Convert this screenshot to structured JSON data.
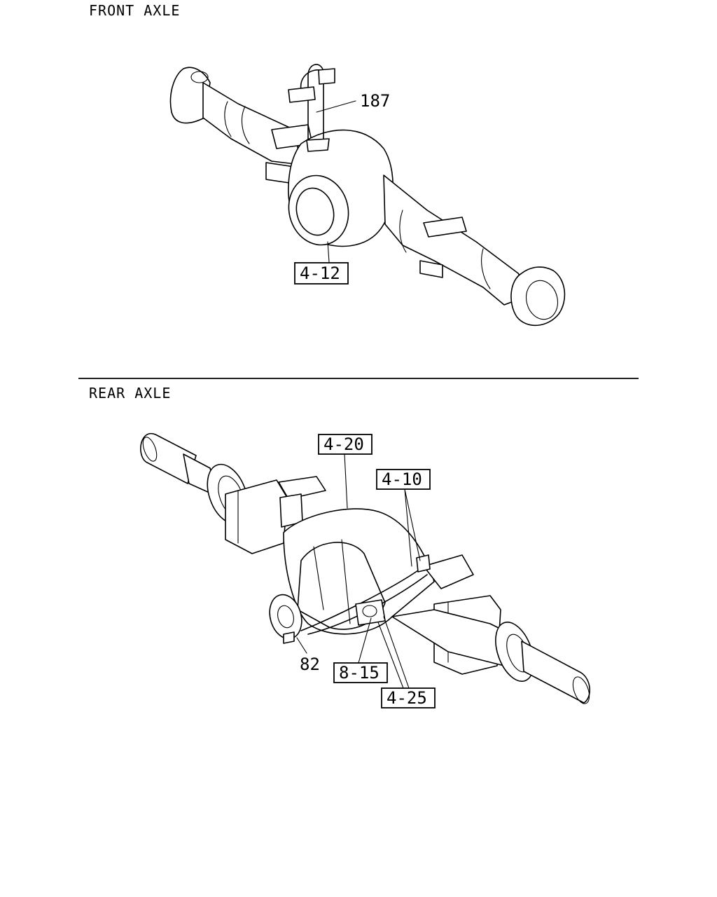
{
  "sections": {
    "front": {
      "title": "FRONT AXLE"
    },
    "rear": {
      "title": "REAR AXLE"
    }
  },
  "callouts": {
    "front_harness": "187",
    "front_axle_ref": "4-12",
    "rear_housing_ref": "4-20",
    "rear_brake_ref": "4-10",
    "rear_harness": "82",
    "rear_sensor_ref": "8-15",
    "rear_lines_ref": "4-25"
  }
}
